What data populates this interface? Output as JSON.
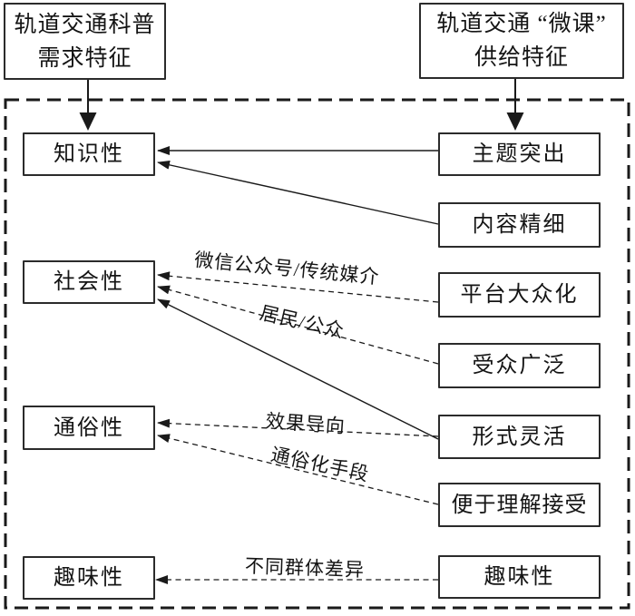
{
  "colors": {
    "ink": "#1a1a1a",
    "background": "#ffffff",
    "box_border": "#2b2b2b"
  },
  "top_boxes": {
    "demand": {
      "line1": "轨道交通科普",
      "line2": "需求特征"
    },
    "supply": {
      "line1": "轨道交通 “微课”",
      "line2": "供给特征"
    }
  },
  "left_column": {
    "items": [
      {
        "label": "知识性"
      },
      {
        "label": "社会性"
      },
      {
        "label": "通俗性"
      },
      {
        "label": "趣味性"
      }
    ]
  },
  "right_column": {
    "items": [
      {
        "label": "主题突出"
      },
      {
        "label": "内容精细"
      },
      {
        "label": "平台大众化"
      },
      {
        "label": "受众广泛"
      },
      {
        "label": "形式灵活"
      },
      {
        "label": "便于理解接受"
      },
      {
        "label": "趣味性"
      }
    ]
  },
  "edges": [
    {
      "from": "主题突出",
      "to": "知识性",
      "style": "solid",
      "label": ""
    },
    {
      "from": "内容精细",
      "to": "知识性",
      "style": "solid",
      "label": ""
    },
    {
      "from": "平台大众化",
      "to": "社会性",
      "style": "dashed",
      "label": "微信公众号/传统媒介"
    },
    {
      "from": "受众广泛",
      "to": "社会性",
      "style": "dashed",
      "label": "居民/公众"
    },
    {
      "from": "形式灵活",
      "to": "社会性",
      "style": "solid",
      "label": ""
    },
    {
      "from": "形式灵活",
      "to": "通俗性",
      "style": "dashed",
      "label": "效果导向"
    },
    {
      "from": "便于理解接受",
      "to": "通俗性",
      "style": "dashed",
      "label": "通俗化手段"
    },
    {
      "from": "趣味性",
      "to": "趣味性",
      "style": "dashed",
      "label": "不同群体差异"
    }
  ]
}
